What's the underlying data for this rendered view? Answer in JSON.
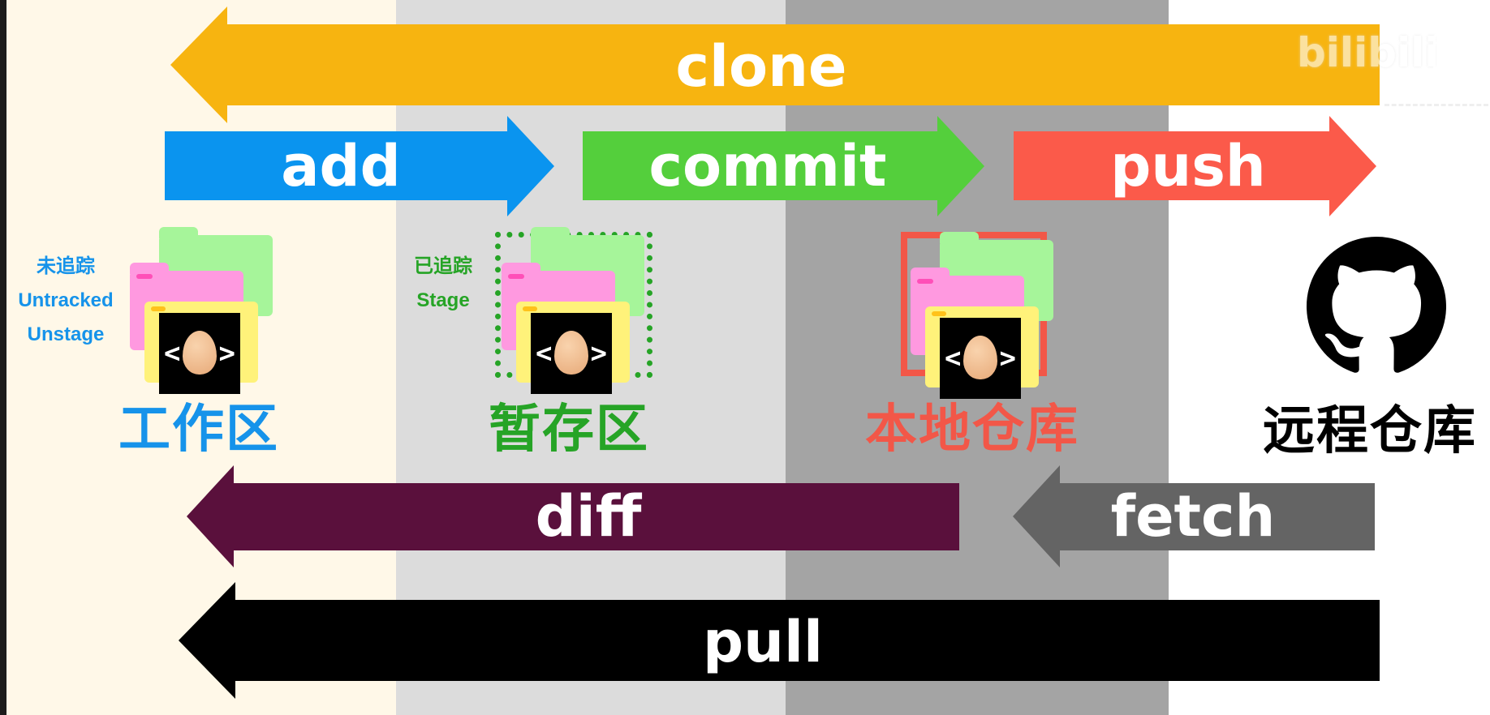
{
  "colors": {
    "clone": "#f7b410",
    "add": "#0a94ef",
    "commit": "#54cf3c",
    "push": "#fb5a4a",
    "diff": "#5a103c",
    "fetch": "#646464",
    "pull": "#000000",
    "workspace": "#1693ea",
    "staging": "#26a426",
    "local_repo": "#f25748",
    "remote_repo": "#000000"
  },
  "arrows": {
    "clone": "clone",
    "add": "add",
    "commit": "commit",
    "push": "push",
    "diff": "diff",
    "fetch": "fetch",
    "pull": "pull"
  },
  "zones": {
    "workspace": {
      "title": "工作区",
      "state_cn": "未追踪",
      "state_en1": "Untracked",
      "state_en2": "Unstage"
    },
    "staging": {
      "title": "暂存区",
      "state_cn": "已追踪",
      "state_en1": "Stage"
    },
    "local_repo": {
      "title": "本地仓库"
    },
    "remote_repo": {
      "title": "远程仓库",
      "icon": "github-octocat-icon"
    }
  },
  "watermark": {
    "logo": "bilibili",
    "icon": "bilibili-logo-icon"
  }
}
